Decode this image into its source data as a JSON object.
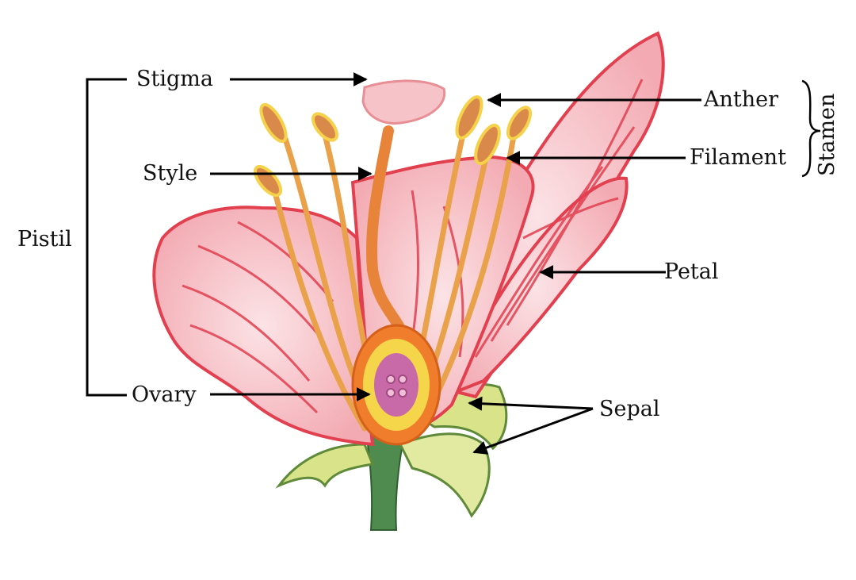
{
  "labels": {
    "stigma": "Stigma",
    "style": "Style",
    "pistil": "Pistil",
    "ovary": "Ovary",
    "anther": "Anther",
    "filament": "Filament",
    "stamen": "Stamen",
    "petal": "Petal",
    "sepal": "Sepal"
  },
  "colors": {
    "petal": "#ef9aa3",
    "petal_stripe": "#e23f4f",
    "anther": "#d98a4a",
    "filament": "#e9a14a",
    "style": "#e8843a",
    "ovary_outer": "#f07d2c",
    "ovary_mid": "#f5d64a",
    "ovary_inner": "#c86aa8",
    "stigma": "#f6c4c8",
    "sepal": "#d9e38a",
    "sepal_edge": "#5f8a3a",
    "stem": "#4f8a4f",
    "arrow": "#000000"
  }
}
